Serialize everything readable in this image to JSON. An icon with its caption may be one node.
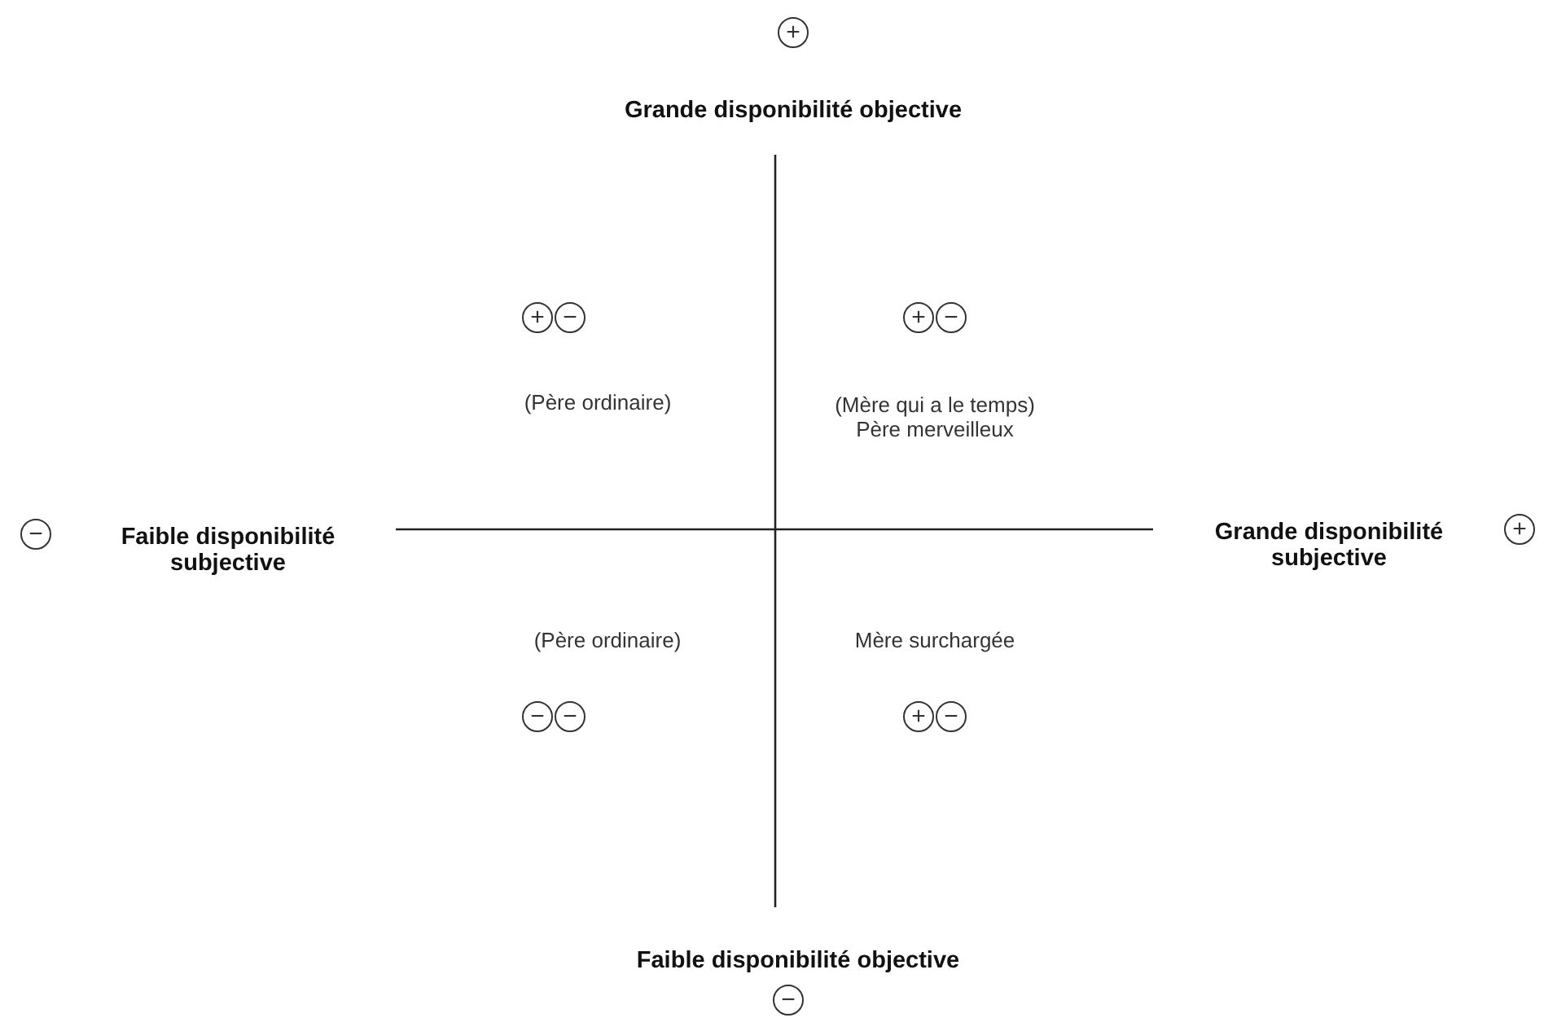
{
  "diagram": {
    "nodes": [
      {
        "text": [
          "+"
        ]
      },
      {
        "text": [
          "+"
        ]
      },
      {
        "text": [
          "−"
        ]
      },
      {
        "text": [
          "+"
        ]
      },
      {
        "text": [
          "−"
        ]
      },
      {
        "text": [
          "−"
        ]
      },
      {
        "text": [
          "+"
        ]
      },
      {
        "text": [
          "−"
        ]
      },
      {
        "text": [
          "−"
        ]
      },
      {
        "text": [
          "+"
        ]
      },
      {
        "text": [
          "−"
        ]
      },
      {
        "text": [
          "−"
        ]
      }
    ],
    "labels": [
      "Grande disponibilité objective",
      "(Père ordinaire)",
      "(Mère qui a le temps) Père merveilleux",
      "Faible disponibilité subjective",
      "Grande disponibilité subjective",
      "(Père ordinaire)",
      "Mère surchargée",
      "Faible disponibilité objective"
    ]
  }
}
